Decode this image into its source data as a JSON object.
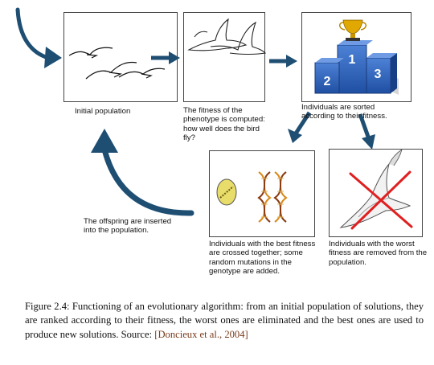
{
  "diagram": {
    "captions": {
      "initial": "Initial population",
      "fitness": "The fitness of the phenotype is computed: how well does the bird fly?",
      "sorted": "Individuals are sorted according to their fitness.",
      "crossed": "Individuals with the best fitness are crossed together; some random mutations in the genotype are added.",
      "removed": "Individuals with the worst fitness are removed from the population.",
      "offspring": "The offspring are inserted into the population."
    },
    "podium": {
      "first": "1",
      "second": "2",
      "third": "3"
    }
  },
  "figure": {
    "caption": "Figure 2.4: Functioning of an evolutionary algorithm: from an initial population of solutions, they are ranked according to their fitness, the worst ones are eliminated and the best ones are used to produce new solutions. Source:",
    "source": "[Doncieux et al., 2004]"
  },
  "colors": {
    "arrow": "#1f4e73",
    "podium": "#2f62b8",
    "trophy": "#e0a800",
    "cross": "#e02020",
    "egg": "#e8dc6a",
    "dna_a": "#d88a1a",
    "dna_b": "#8a3a10"
  }
}
